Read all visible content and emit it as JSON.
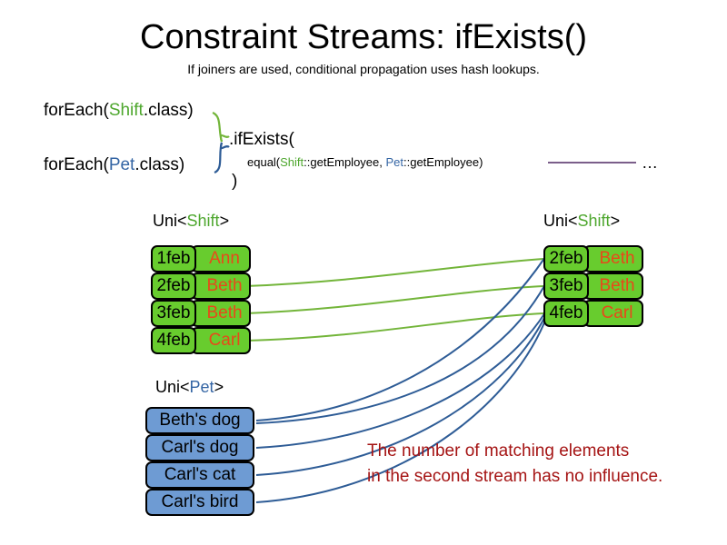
{
  "header": {
    "title": "Constraint Streams: ifExists()",
    "subtitle": "If joiners are used, conditional propagation uses hash lookups."
  },
  "code": {
    "foreach_shift": {
      "prefix": "forEach(",
      "type": "Shift",
      "suffix": ".class)"
    },
    "foreach_pet": {
      "prefix": "forEach(",
      "type": "Pet",
      "suffix": ".class)"
    },
    "ifexists": ".ifExists(",
    "equal": {
      "prefix": "equal(",
      "left_type": "Shift",
      "left_rest": "::getEmployee, ",
      "right_type": "Pet",
      "right_rest": "::getEmployee)"
    },
    "close_paren": ")",
    "ellipsis": "…"
  },
  "streams": {
    "left_shift": {
      "label_prefix": "Uni<",
      "label_type": "Shift",
      "label_suffix": ">",
      "rows": [
        {
          "date": "1feb",
          "name": "Ann"
        },
        {
          "date": "2feb",
          "name": "Beth"
        },
        {
          "date": "3feb",
          "name": "Beth"
        },
        {
          "date": "4feb",
          "name": "Carl"
        }
      ]
    },
    "left_pet": {
      "label_prefix": "Uni<",
      "label_type": "Pet",
      "label_suffix": ">",
      "rows": [
        {
          "name": "Beth's dog"
        },
        {
          "name": "Carl's dog"
        },
        {
          "name": "Carl's cat"
        },
        {
          "name": "Carl's bird"
        }
      ]
    },
    "right_shift": {
      "label_prefix": "Uni<",
      "label_type": "Shift",
      "label_suffix": ">",
      "rows": [
        {
          "date": "2feb",
          "name": "Beth"
        },
        {
          "date": "3feb",
          "name": "Beth"
        },
        {
          "date": "4feb",
          "name": "Carl"
        }
      ]
    }
  },
  "note": {
    "line1": "The number of matching elements",
    "line2": "in the second stream has no influence."
  },
  "colors": {
    "shift_green": "#4EA72E",
    "pet_blue": "#3465A4",
    "box_green": "#68CC2E",
    "box_blue": "#6E9BD3",
    "name_orange": "#E8491A",
    "note_red": "#A51414",
    "wire_green": "#73B53A",
    "wire_blue": "#2E5C96",
    "rule_purple": "#7B5E8A"
  }
}
